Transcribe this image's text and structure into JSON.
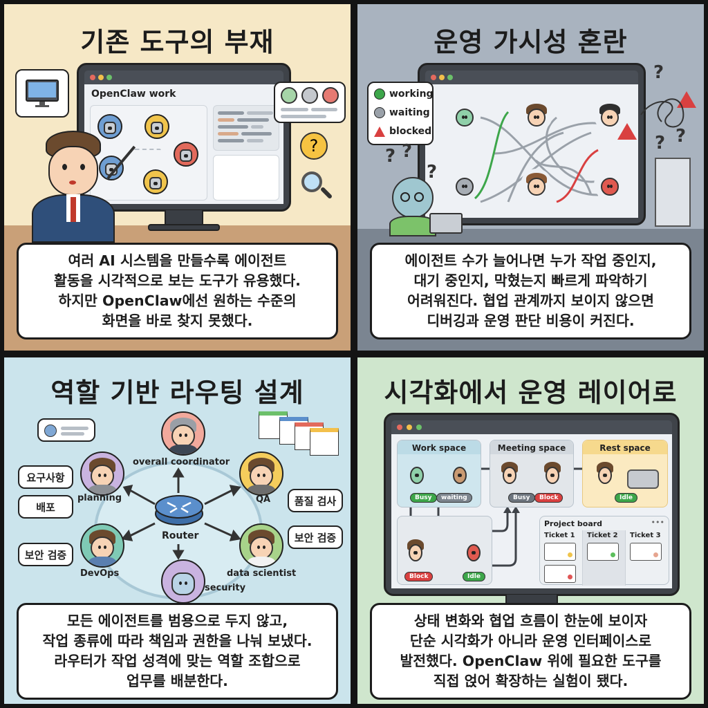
{
  "panels": [
    {
      "id": "absence-of-tools",
      "title": "기존 도구의 부재",
      "background": "#f6e8c6",
      "screen": {
        "title": "OpenClaw work",
        "robot_avatar_colors": [
          "#6f9ed2",
          "#f0c44c",
          "#e26a5c",
          "#6f9ed2",
          "#f0c44c"
        ],
        "status_faces": [
          "#a6d5a8",
          "#c4c8cd",
          "#e67a72"
        ]
      },
      "caption": [
        "여러 AI 시스템을 만들수록 에이전트",
        "활동을 시각적으로 보는 도구가 유용했다.",
        "하지만 OpenClaw에선 원하는 수준의",
        "화면을 바로 찾지 못했다."
      ]
    },
    {
      "id": "ops-visibility-confusion",
      "title": "운영 가시성 혼란",
      "background": "#a9b3bf",
      "legend": [
        {
          "label": "working",
          "color": "#3da64a",
          "shape": "circle"
        },
        {
          "label": "waiting",
          "color": "#9aa1a9",
          "shape": "circle"
        },
        {
          "label": "blocked",
          "color": "#d94040",
          "shape": "warning-triangle"
        }
      ],
      "caption": [
        "에이전트 수가 늘어나면 누가 작업 중인지,",
        "대기 중인지, 막혔는지 빠르게 파악하기",
        "어려워진다. 협업 관계까지 보이지 않으면",
        "디버깅과 운영 판단 비용이 커진다."
      ]
    },
    {
      "id": "role-based-routing",
      "title": "역할 기반 라우팅 설계",
      "background": "#cbe4ec",
      "router_label": "Router",
      "roles": [
        {
          "label": "overall coordinator",
          "color": "#f2a99c"
        },
        {
          "label": "planning",
          "color": "#c9b3e0"
        },
        {
          "label": "QA",
          "color": "#f5cd5c"
        },
        {
          "label": "DevOps",
          "color": "#7fcab5"
        },
        {
          "label": "data scientist",
          "color": "#a8d38a"
        },
        {
          "label": "security",
          "color": "#c9b3e0"
        }
      ],
      "tags": [
        "요구사항",
        "배포",
        "보안 검증",
        "품질 검사",
        "보안 검증"
      ],
      "caption": [
        "모든 에이전트를 범용으로 두지 않고,",
        "작업 종류에 따라 책임과 권한을 나눠 보냈다.",
        "라우터가 작업 성격에 맞는 역할 조합으로",
        "업무를 배분한다."
      ]
    },
    {
      "id": "visualization-to-ops-layer",
      "title": "시각화에서 운영 레이어로",
      "background": "#cfe6cd",
      "zones": [
        {
          "title": "Work space",
          "color": "#cfe6ee",
          "header": "#bcdbe6",
          "statuses": [
            {
              "label": "Busy",
              "color": "#3da64a"
            },
            {
              "label": "waiting",
              "color": "#7d858e"
            }
          ]
        },
        {
          "title": "Meeting space",
          "color": "#e2e6ea",
          "header": "#d2d8de",
          "statuses": [
            {
              "label": "Busy",
              "color": "#6c747d"
            },
            {
              "label": "Block",
              "color": "#d94040"
            }
          ]
        },
        {
          "title": "Rest space",
          "color": "#fbeac1",
          "header": "#f6d98d",
          "statuses": [
            {
              "label": "Idle",
              "color": "#3da64a"
            }
          ]
        }
      ],
      "lower_statuses": [
        {
          "label": "Block",
          "color": "#d94040"
        },
        {
          "label": "Idle",
          "color": "#3da64a"
        }
      ],
      "project_board": {
        "title": "Project board",
        "menu": "•••",
        "columns": [
          {
            "label": "Ticket 1",
            "tickets": [
              {
                "dot": "#f0c44c"
              },
              {
                "dot": "#e05555"
              }
            ]
          },
          {
            "label": "Ticket 2",
            "tickets": [
              {
                "dot": "#5cbf5c"
              }
            ]
          },
          {
            "label": "Ticket 3",
            "tickets": [
              {
                "dot": "#e6a590"
              }
            ]
          }
        ]
      },
      "caption": [
        "상태 변화와 협업 흐름이 한눈에 보이자",
        "단순 시각화가 아니라 운영 인터페이스로",
        "발전했다. OpenClaw 위에 필요한 도구를",
        "직접 얹어 확장하는 실험이 됐다."
      ]
    }
  ]
}
